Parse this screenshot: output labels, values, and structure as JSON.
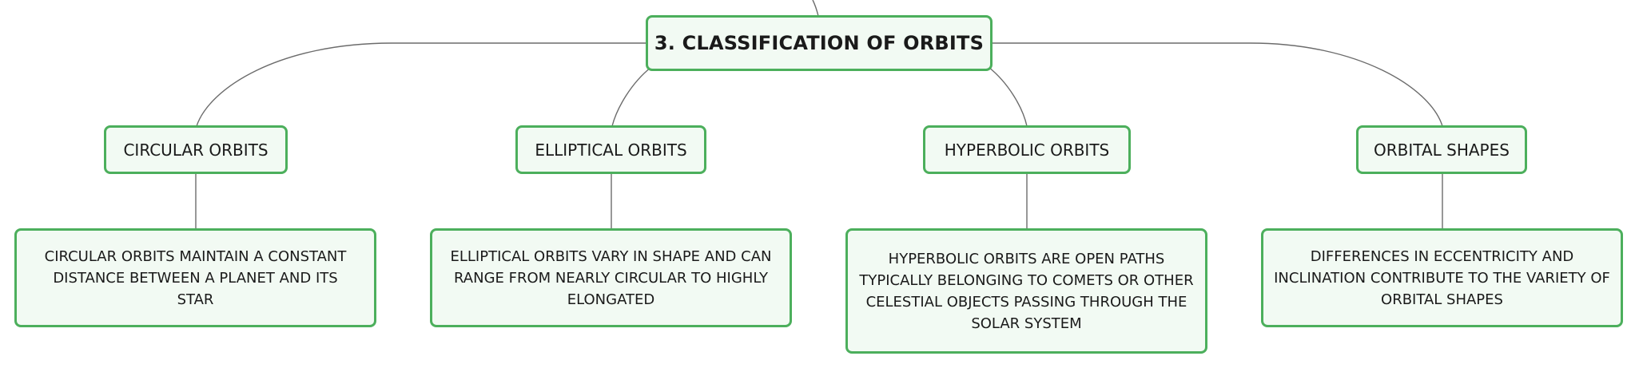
{
  "colors": {
    "node_border": "#4caf5c",
    "node_fill": "#f2faf3",
    "connector": "#6b6b6b",
    "text": "#1a1a1a"
  },
  "root": {
    "label": "3. CLASSIFICATION OF ORBITS"
  },
  "topics": [
    {
      "label": "CIRCULAR ORBITS",
      "detail": "CIRCULAR ORBITS MAINTAIN A CONSTANT DISTANCE BETWEEN A PLANET AND ITS STAR"
    },
    {
      "label": "ELLIPTICAL ORBITS",
      "detail": "ELLIPTICAL ORBITS VARY IN SHAPE AND CAN RANGE FROM NEARLY CIRCULAR TO HIGHLY ELONGATED"
    },
    {
      "label": "HYPERBOLIC ORBITS",
      "detail": "HYPERBOLIC ORBITS ARE OPEN PATHS TYPICALLY BELONGING TO COMETS OR OTHER CELESTIAL OBJECTS PASSING THROUGH THE SOLAR SYSTEM"
    },
    {
      "label": "ORBITAL SHAPES",
      "detail": "DIFFERENCES IN ECCENTRICITY AND INCLINATION CONTRIBUTE TO THE VARIETY OF ORBITAL SHAPES"
    }
  ]
}
